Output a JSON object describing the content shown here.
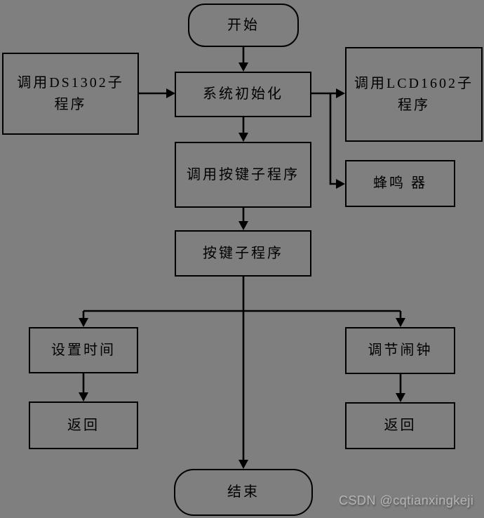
{
  "diagram": {
    "type": "flowchart",
    "colors": {
      "background": "#7f7f7f",
      "line": "#000000",
      "text": "#000000",
      "watermark": "#b5b5b5"
    }
  },
  "nodes": {
    "start": {
      "label": "开始",
      "shape": "rounded"
    },
    "ds1302": {
      "label": "调用DS1302子程序",
      "shape": "rect"
    },
    "sysinit": {
      "label": "系统初始化",
      "shape": "rect"
    },
    "lcd1602": {
      "label": "调用LCD1602子程序",
      "shape": "rect"
    },
    "buzzer": {
      "label": "蜂鸣 器",
      "shape": "rect"
    },
    "call_key": {
      "label": "调用按键子程序",
      "shape": "rect"
    },
    "key_sub": {
      "label": "按键子程序",
      "shape": "rect"
    },
    "set_time": {
      "label": "设置时间",
      "shape": "rect"
    },
    "return_left": {
      "label": "返回",
      "shape": "rect"
    },
    "adjust_alarm": {
      "label": "调节闹钟",
      "shape": "rect"
    },
    "return_right": {
      "label": "返回",
      "shape": "rect"
    },
    "end": {
      "label": "结束",
      "shape": "rounded"
    }
  },
  "edges": [
    {
      "from": "start",
      "to": "sysinit"
    },
    {
      "from": "ds1302",
      "to": "sysinit"
    },
    {
      "from": "sysinit",
      "to": "lcd1602"
    },
    {
      "from": "sysinit",
      "to": "buzzer"
    },
    {
      "from": "sysinit",
      "to": "call_key"
    },
    {
      "from": "call_key",
      "to": "key_sub"
    },
    {
      "from": "key_sub",
      "to": "set_time"
    },
    {
      "from": "key_sub",
      "to": "adjust_alarm"
    },
    {
      "from": "key_sub",
      "to": "end"
    },
    {
      "from": "set_time",
      "to": "return_left"
    },
    {
      "from": "adjust_alarm",
      "to": "return_right"
    }
  ],
  "watermark": {
    "text": "CSDN @cqtianxingkeji"
  }
}
